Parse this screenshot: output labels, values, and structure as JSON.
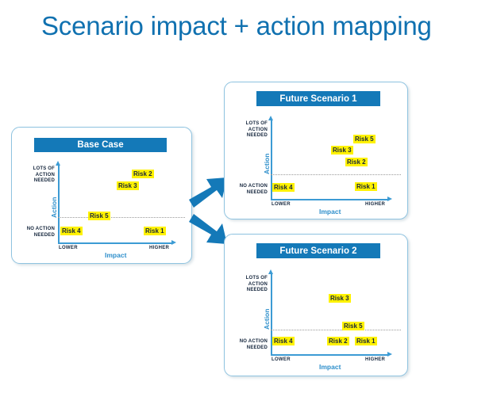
{
  "title": "Scenario impact + action mapping",
  "colors": {
    "title_blue": "#1071B0",
    "header_blue": "#1479B8",
    "axis_blue": "#3C9BD4",
    "axis_label_blue": "#2E8FCB",
    "risk_yellow": "#FFF200",
    "risk_text": "#17253C",
    "panel_border": "#8FC3E0",
    "threshold_gray": "#9A9A9A"
  },
  "axis_labels": {
    "y_top": "LOTS OF\nACTION\nNEEDED",
    "y_top_lines": [
      "LOTS OF",
      "ACTION",
      "NEEDED"
    ],
    "y_bottom_lines": [
      "NO ACTION",
      "NEEDED"
    ],
    "y_title": "Action",
    "x_left": "LOWER",
    "x_right": "HIGHER",
    "x_title": "Impact"
  },
  "panels": [
    {
      "id": "base-case",
      "header": "Base Case"
    },
    {
      "id": "future-scenario-1",
      "header": "Future Scenario 1"
    },
    {
      "id": "future-scenario-2",
      "header": "Future Scenario 2"
    }
  ],
  "chart_data": [
    {
      "type": "scatter",
      "title": "Base Case",
      "xlabel": "Impact",
      "ylabel": "Action",
      "xlim": [
        0,
        100
      ],
      "ylim": [
        0,
        100
      ],
      "xtick_labels": [
        "LOWER",
        "HIGHER"
      ],
      "ytick_labels": [
        "NO ACTION NEEDED",
        "LOTS OF ACTION NEEDED"
      ],
      "grid": false,
      "threshold_y": 40,
      "points": [
        {
          "label": "Risk 4",
          "x": 5,
          "y": 22
        },
        {
          "label": "Risk 5",
          "x": 38,
          "y": 41
        },
        {
          "label": "Risk 1",
          "x": 84,
          "y": 22
        },
        {
          "label": "Risk 3",
          "x": 62,
          "y": 76
        },
        {
          "label": "Risk 2",
          "x": 76,
          "y": 88
        }
      ]
    },
    {
      "type": "scatter",
      "title": "Future Scenario 1",
      "xlabel": "Impact",
      "ylabel": "Action",
      "xlim": [
        0,
        100
      ],
      "ylim": [
        0,
        100
      ],
      "xtick_labels": [
        "LOWER",
        "HIGHER"
      ],
      "ytick_labels": [
        "NO ACTION NEEDED",
        "LOTS OF ACTION NEEDED"
      ],
      "grid": false,
      "threshold_y": 37,
      "points": [
        {
          "label": "Risk 4",
          "x": 4,
          "y": 17
        },
        {
          "label": "Risk 1",
          "x": 80,
          "y": 19
        },
        {
          "label": "Risk 2",
          "x": 73,
          "y": 52
        },
        {
          "label": "Risk 3",
          "x": 62,
          "y": 70
        },
        {
          "label": "Risk 5",
          "x": 80,
          "y": 82
        }
      ]
    },
    {
      "type": "scatter",
      "title": "Future Scenario 2",
      "xlabel": "Impact",
      "ylabel": "Action",
      "xlim": [
        0,
        100
      ],
      "ylim": [
        0,
        100
      ],
      "xtick_labels": [
        "LOWER",
        "HIGHER"
      ],
      "ytick_labels": [
        "NO ACTION NEEDED",
        "LOTS OF ACTION NEEDED"
      ],
      "grid": false,
      "threshold_y": 38,
      "points": [
        {
          "label": "Risk 4",
          "x": 4,
          "y": 22
        },
        {
          "label": "Risk 2",
          "x": 54,
          "y": 22
        },
        {
          "label": "Risk 1",
          "x": 77,
          "y": 22
        },
        {
          "label": "Risk 5",
          "x": 66,
          "y": 42
        },
        {
          "label": "Risk 3",
          "x": 56,
          "y": 72
        }
      ]
    }
  ],
  "arrows": [
    {
      "name": "arrow-to-scenario-1",
      "direction": "up-right"
    },
    {
      "name": "arrow-to-scenario-2",
      "direction": "down-right"
    }
  ]
}
